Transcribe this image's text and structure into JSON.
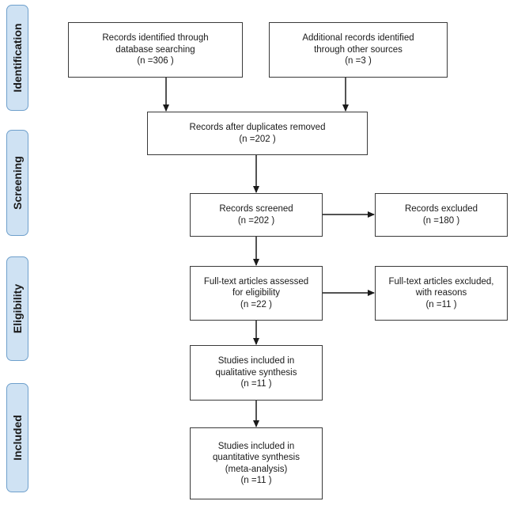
{
  "phases": {
    "identification": "Identification",
    "screening": "Screening",
    "eligibility": "Eligibility",
    "included": "Included"
  },
  "boxes": {
    "db_search": {
      "lines": [
        "Records identified through",
        "database searching",
        "(n =306   )"
      ]
    },
    "other_sources": {
      "lines": [
        "Additional records identified",
        "through other sources",
        "(n =3   )"
      ]
    },
    "after_duplicates": {
      "lines": [
        "Records after duplicates removed",
        "(n =202   )"
      ]
    },
    "screened": {
      "lines": [
        "Records screened",
        "(n =202   )"
      ]
    },
    "excluded": {
      "lines": [
        "Records excluded",
        "(n =180   )"
      ]
    },
    "fulltext_assessed": {
      "lines": [
        "Full-text articles assessed",
        "for eligibility",
        "(n =22   )"
      ]
    },
    "fulltext_excluded": {
      "lines": [
        "Full-text articles excluded,",
        "with reasons",
        "(n =11   )"
      ]
    },
    "qualitative": {
      "lines": [
        "Studies included in",
        "qualitative synthesis",
        "(n =11   )"
      ]
    },
    "quantitative": {
      "lines": [
        "Studies included in",
        "quantitative synthesis",
        "(meta-analysis)",
        "(n =11   )"
      ]
    }
  },
  "colors": {
    "phase_fill": "#cfe2f3",
    "phase_border": "#6fa0cc",
    "box_border": "#3a3a3a",
    "arrow": "#1a1a1a"
  }
}
